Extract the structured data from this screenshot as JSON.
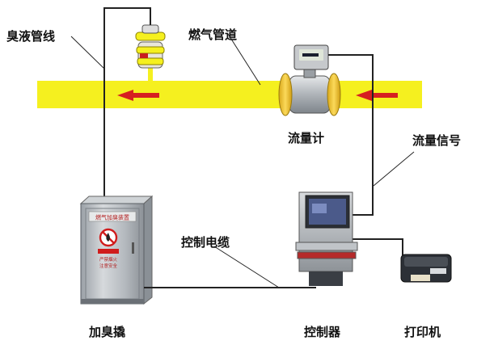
{
  "labels": {
    "odorant_line": "臭液管线",
    "gas_pipe": "燃气管道",
    "flow_meter": "流量计",
    "flow_signal": "流量信号",
    "control_cable": "控制电缆",
    "odorizer": "加臭撬",
    "controller": "控制器",
    "printer": "打印机"
  },
  "cabinet_panel": {
    "title": "燃气加臭装置",
    "warning_lines": [
      "严禁烟火",
      "注意安全"
    ]
  },
  "colors": {
    "pipe": "#f5f01f",
    "arrow": "#d62020",
    "wire": "#222222",
    "cabinet": "#b9bec4",
    "flange": "#f2c531",
    "screen": "#4b5a8a"
  }
}
